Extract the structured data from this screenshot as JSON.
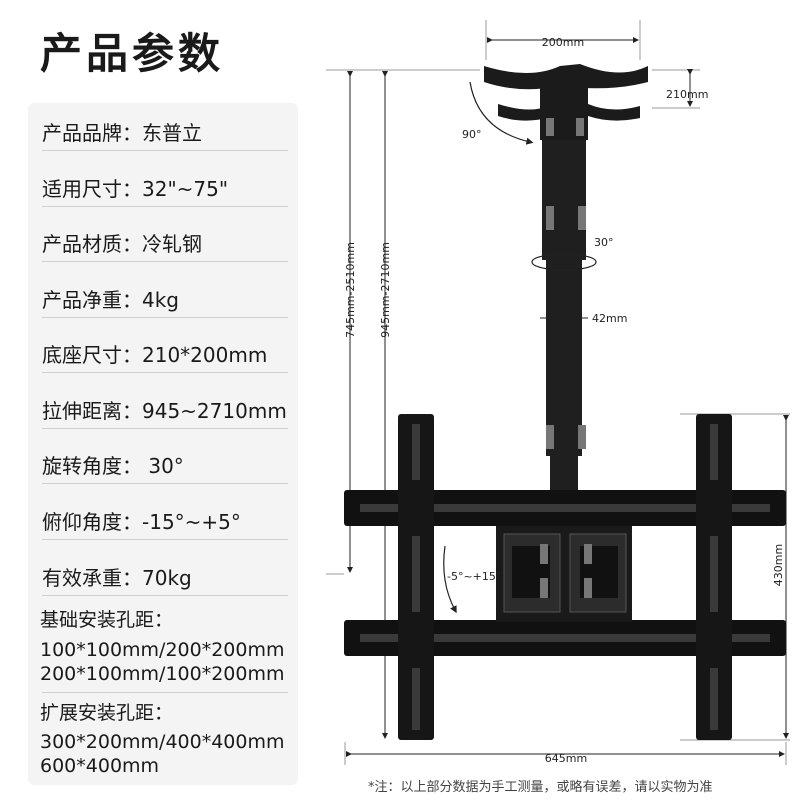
{
  "title": "产品参数",
  "specs": [
    {
      "label": "产品品牌：",
      "value": "东普立"
    },
    {
      "label": "适用尺寸：",
      "value": "32\"~75\""
    },
    {
      "label": "产品材质：",
      "value": "冷轧钢"
    },
    {
      "label": "产品净重：",
      "value": "4kg"
    },
    {
      "label": "底座尺寸：",
      "value": "210*200mm"
    },
    {
      "label": "拉伸距离：",
      "value": "945~2710mm"
    },
    {
      "label": "旋转角度：",
      "value": " 30°"
    },
    {
      "label": "俯仰角度：",
      "value": "-15°~+5°"
    },
    {
      "label": "有效承重：",
      "value": "70kg"
    }
  ],
  "base_holes": {
    "label": "基础安装孔距：",
    "lines": [
      "100*100mm/200*200mm",
      "200*100mm/100*200mm"
    ]
  },
  "ext_holes": {
    "label": "扩展安装孔距：",
    "lines": [
      "300*200mm/400*400mm",
      "600*400mm"
    ]
  },
  "dimensions": {
    "base_width": "200mm",
    "base_depth": "210mm",
    "base_rotation": "90°",
    "swivel": "30°",
    "pole_diameter": "42mm",
    "range_outer": "745mm-2510mm",
    "range_inner": "945mm-2710mm",
    "tilt": "-5°~+15°",
    "plate_height": "430mm",
    "plate_width": "645mm"
  },
  "note": "*注：以上部分数据为手工测量，或略有误差，请以实物为准"
}
